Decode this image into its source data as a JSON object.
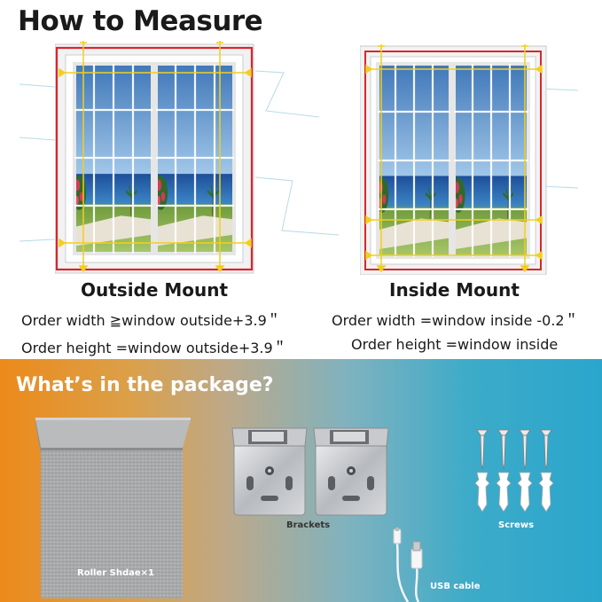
{
  "heading": "How to Measure",
  "outside": {
    "label": "Outside Mount",
    "width_formula": "Order width ≧window outside+3.9＂",
    "height_formula": "Order height =window outside+3.9＂"
  },
  "inside": {
    "label": "Inside Mount",
    "width_formula": "Order width =window inside -0.2＂",
    "height_formula": "Order height =window inside"
  },
  "package": {
    "title": "What’s in the package?",
    "items": [
      {
        "label": "Roller Shdae×1",
        "icon": "roller-shade-icon"
      },
      {
        "label": "Brackets",
        "icon": "bracket-icon"
      },
      {
        "label": "Screws",
        "icon": "screw-icon"
      },
      {
        "label": "USB cable",
        "icon": "usb-cable-icon"
      }
    ]
  },
  "colors": {
    "measure_outside": "#d9262b",
    "measure_guide": "#f2d01a",
    "banner_left": "#ec8a1a",
    "banner_right": "#2aa6cc"
  }
}
